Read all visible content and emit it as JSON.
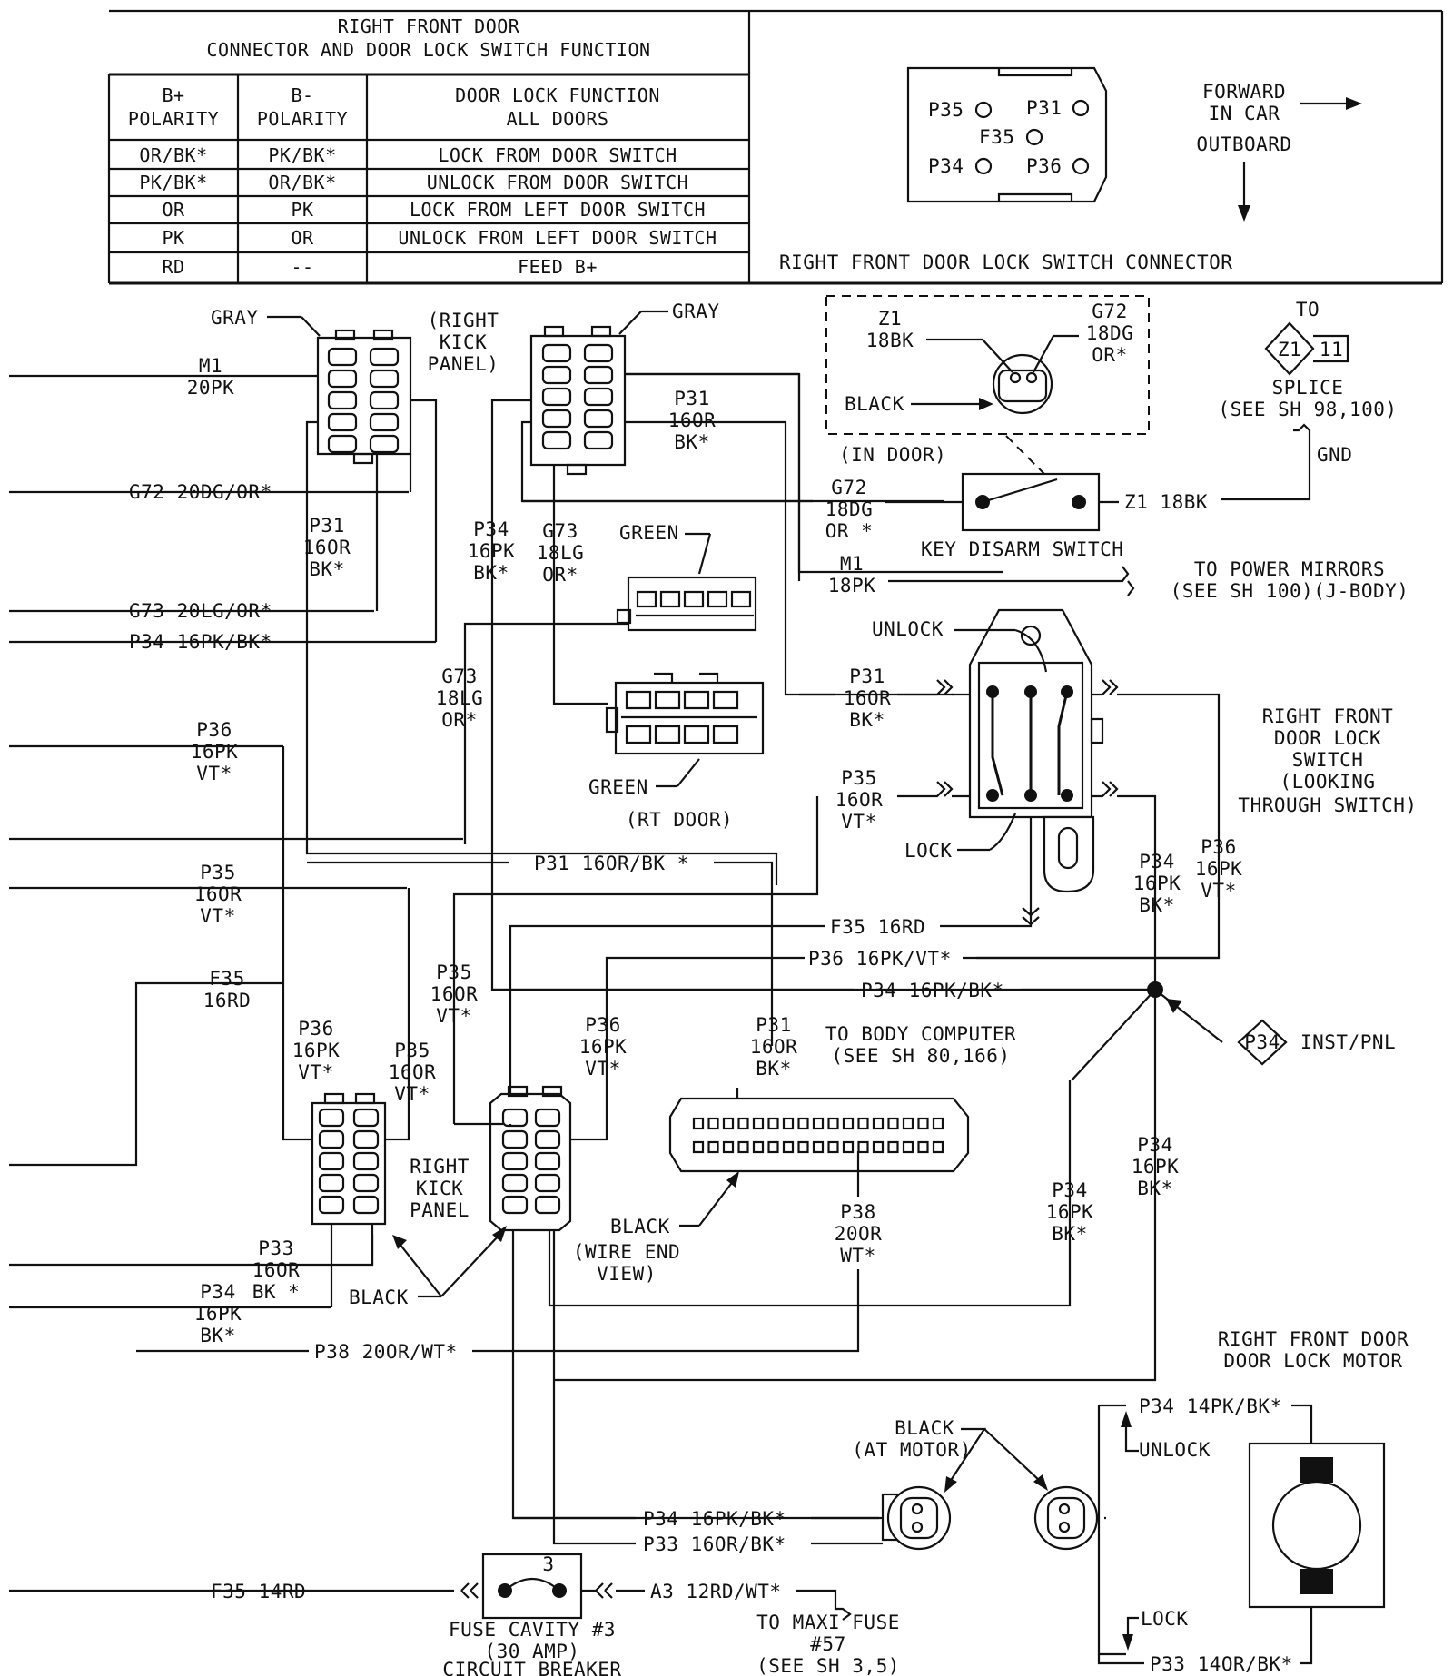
{
  "table": {
    "title_line1": "RIGHT FRONT DOOR",
    "title_line2": "CONNECTOR AND DOOR LOCK SWITCH FUNCTION",
    "col1_head_l1": "B+",
    "col1_head_l2": "POLARITY",
    "col2_head_l1": "B-",
    "col2_head_l2": "POLARITY",
    "col3_head_l1": "DOOR LOCK FUNCTION",
    "col3_head_l2": "ALL DOORS",
    "rows": [
      {
        "bplus": "OR/BK*",
        "bminus": "PK/BK*",
        "function": "LOCK FROM DOOR SWITCH"
      },
      {
        "bplus": "PK/BK*",
        "bminus": "OR/BK*",
        "function": "UNLOCK FROM DOOR SWITCH"
      },
      {
        "bplus": "OR",
        "bminus": "PK",
        "function": "LOCK FROM LEFT DOOR SWITCH"
      },
      {
        "bplus": "PK",
        "bminus": "OR",
        "function": "UNLOCK FROM LEFT DOOR SWITCH"
      },
      {
        "bplus": "RD",
        "bminus": "--",
        "function": "FEED B+"
      }
    ]
  },
  "connector_view": {
    "pins": [
      "P35",
      "P31",
      "F35",
      "P34",
      "P36"
    ],
    "forward_l1": "FORWARD",
    "forward_l2": "IN CAR",
    "outboard": "OUTBOARD",
    "caption": "RIGHT FRONT DOOR LOCK SWITCH CONNECTOR"
  },
  "labels": {
    "gray_left": "GRAY",
    "gray_right": "GRAY",
    "right_kick_panel_top_l1": "(RIGHT",
    "right_kick_panel_top_l2": "KICK",
    "right_kick_panel_top_l3": "PANEL)",
    "m1_20pk_l1": "M1",
    "m1_20pk_l2": "20PK",
    "g72_20dg": "G72 20DG/OR*",
    "p31_left_l1": "P31",
    "p31_left_l2": "16OR",
    "p31_left_l3": "BK*",
    "g73_20lg": "G73 20LG/OR*",
    "p34_16pk_left": "P34 16PK/BK*",
    "p31_top_l1": "P31",
    "p31_top_l2": "16OR",
    "p31_top_l3": "BK*",
    "p34_mid_l1": "P34",
    "p34_mid_l2": "16PK",
    "p34_mid_l3": "BK*",
    "g73_mid_l1": "G73",
    "g73_mid_l2": "18LG",
    "g73_mid_l3": "OR*",
    "green_top": "GREEN",
    "green_bot": "GREEN",
    "rt_door": "(RT DOOR)",
    "g73_low_l1": "G73",
    "g73_low_l2": "18LG",
    "g73_low_l3": "OR*",
    "z1_l1": "Z1",
    "z1_l2": "18BK",
    "g72_top_l1": "G72",
    "g72_top_l2": "18DG",
    "g72_top_l3": "OR*",
    "black_in_door": "BLACK",
    "in_door": "(IN DOOR)",
    "to": "TO",
    "splice_z1": "Z1",
    "splice_11": "11",
    "splice_l1": "SPLICE",
    "splice_l2": "(SEE SH 98,100)",
    "gnd": "GND",
    "g72_sw_l1": "G72",
    "g72_sw_l2": "18DG",
    "g72_sw_l3": "OR *",
    "z1_18bk": "Z1 18BK",
    "key_disarm": "KEY DISARM SWITCH",
    "m1_18pk_l1": "M1",
    "m1_18pk_l2": "18PK",
    "power_mirrors_l1": "TO POWER MIRRORS",
    "power_mirrors_l2": "(SEE SH 100)(J-BODY)",
    "unlock_sw": "UNLOCK",
    "lock_sw": "LOCK",
    "p31_sw_l1": "P31",
    "p31_sw_l2": "16OR",
    "p31_sw_l3": "BK*",
    "p35_sw_l1": "P35",
    "p35_sw_l2": "16OR",
    "p35_sw_l3": "VT*",
    "rfdls_l1": "RIGHT FRONT",
    "rfdls_l2": "DOOR LOCK",
    "rfdls_l3": "SWITCH",
    "rfdls_l4": "(LOOKING",
    "rfdls_l5": "THROUGH SWITCH)",
    "p34_r_l1": "P34",
    "p34_r_l2": "16PK",
    "p34_r_l3": "BK*",
    "p36_r_l1": "P36",
    "p36_r_l2": "16PK",
    "p36_r_l3": "VT*",
    "p36_left_l1": "P36",
    "p36_left_l2": "16PK",
    "p36_left_l3": "VT*",
    "p31_horiz": "P31 16OR/BK *",
    "p35_left_l1": "P35",
    "p35_left_l2": "16OR",
    "p35_left_l3": "VT*",
    "f35_16rd": "F35 16RD",
    "p36_16pk_vt": "P36 16PK/VT*",
    "p34_16pk_bk": "P34 16PK/BK*",
    "f35_left_l1": "F35",
    "f35_left_l2": "16RD",
    "p35_c_l1": "P35",
    "p35_c_l2": "16OR",
    "p35_c_l3": "VT*",
    "p36_a_l1": "P36",
    "p36_a_l2": "16PK",
    "p36_a_l3": "VT*",
    "p35_b_l1": "P35",
    "p35_b_l2": "16OR",
    "p35_b_l3": "VT*",
    "p36_b_l1": "P36",
    "p36_b_l2": "16PK",
    "p36_b_l3": "VT*",
    "p31_bc_l1": "P31",
    "p31_bc_l2": "16OR",
    "p31_bc_l3": "BK*",
    "body_computer_l1": "TO BODY COMPUTER",
    "body_computer_l2": "(SEE SH 80,166)",
    "inst_pnl_tag": "P34",
    "inst_pnl": "INST/PNL",
    "right_kick_l1": "RIGHT",
    "right_kick_l2": "KICK",
    "right_kick_l3": "PANEL",
    "p33_l1": "P33",
    "p33_l2": "16OR",
    "p33_l3": "BK *",
    "p34_bl_l1": "P34",
    "p34_bl_l2": "16PK",
    "p34_bl_l3": "BK*",
    "black_kick": "BLACK",
    "black_bc": "BLACK",
    "wire_end_l1": "(WIRE END",
    "wire_end_l2": "VIEW)",
    "p38_l1": "P38",
    "p38_l2": "20OR",
    "p38_l3": "WT*",
    "p34_m_l1": "P34",
    "p34_m_l2": "16PK",
    "p34_m_l3": "BK*",
    "p34_lo_l1": "P34",
    "p34_lo_l2": "16PK",
    "p34_lo_l3": "BK*",
    "p38_horiz": "P38 20OR/WT*",
    "motor_title_l1": "RIGHT FRONT DOOR",
    "motor_title_l2": "DOOR LOCK MOTOR",
    "black_motor_l1": "BLACK",
    "black_motor_l2": "(AT MOTOR)",
    "p34_14pk": "P34 14PK/BK*",
    "unlock_motor": "UNLOCK",
    "lock_motor": "LOCK",
    "p33_14or": "P33 14OR/BK*",
    "p34_16pk_motor": "P34 16PK/BK*",
    "p33_16or_motor": "P33 16OR/BK*",
    "f35_14rd": "F35 14RD",
    "fuse_num": "3",
    "a3": "A3 12RD/WT*",
    "fuse_l1": "FUSE CAVITY #3",
    "fuse_l2": "(30 AMP)",
    "fuse_l3": "CIRCUIT BREAKER",
    "maxi_l1": "TO MAXI FUSE",
    "maxi_l2": "#57",
    "maxi_l3": "(SEE SH 3,5)"
  }
}
